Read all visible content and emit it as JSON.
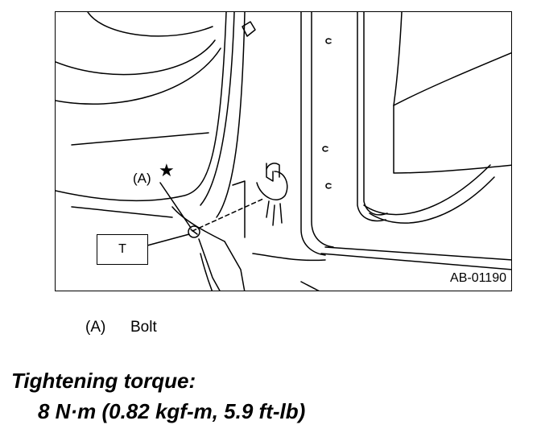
{
  "figure": {
    "callout_a": "(A)",
    "torque_mark": "T",
    "figure_code": "AB-01190"
  },
  "legend": [
    {
      "key": "(A)",
      "text": "Bolt"
    }
  ],
  "torque": {
    "title": "Tightening torque:",
    "value": "8 N·m (0.82 kgf-m, 5.9 ft-lb)"
  }
}
